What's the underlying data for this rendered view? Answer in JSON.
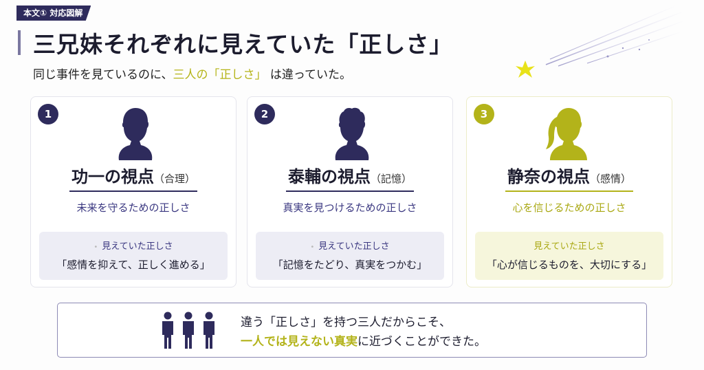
{
  "tag": "本文① 対応図解",
  "title": "三兄妹それぞれに見えていた「正しさ」",
  "subtitle": {
    "before": "同じ事件を見ているのに、",
    "highlight": "三人の「正しさ」",
    "after": " は違っていた。"
  },
  "colors": {
    "navy": "#2e2b5c",
    "olive": "#b3b31a",
    "lavender_box": "#ededf5",
    "cream_box": "#f6f6dc"
  },
  "cards": [
    {
      "number": "1",
      "name": "功一の視点",
      "type": "（合理）",
      "purpose": "未来を守るための正しさ",
      "seen_label": "見えていた正しさ",
      "seen_value": "「感情を抑えて、正しく進める」",
      "icon": "male-silhouette-icon"
    },
    {
      "number": "2",
      "name": "泰輔の視点",
      "type": "（記憶）",
      "purpose": "真実を見つけるための正しさ",
      "seen_label": "見えていた正しさ",
      "seen_value": "「記憶をたどり、真実をつかむ」",
      "icon": "young-male-silhouette-icon"
    },
    {
      "number": "3",
      "name": "静奈の視点",
      "type": "（感情）",
      "purpose": "心を信じるための正しさ",
      "seen_label": "見えていた正しさ",
      "seen_value": "「心が信じるものを、大切にする」",
      "icon": "female-ponytail-silhouette-icon"
    }
  ],
  "conclusion": {
    "line1": "違う「正しさ」を持つ三人だからこそ、",
    "highlight": "一人では見えない真実",
    "line2_after": "に近づくことができた。",
    "icon": "three-people-icon"
  }
}
